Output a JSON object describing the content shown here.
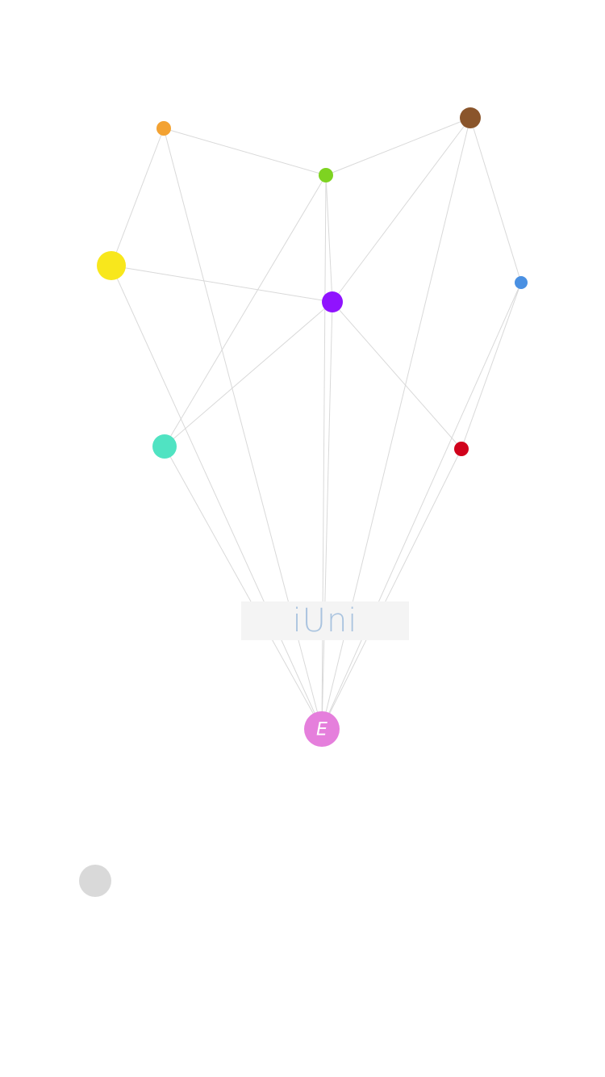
{
  "brand": {
    "title": "iUni"
  },
  "center_node": {
    "label": "E",
    "color": "#e57fdc"
  },
  "graph": {
    "edge_color": "#d9d9d9",
    "nodes": [
      {
        "id": "orange",
        "color": "#f3a232"
      },
      {
        "id": "brown",
        "color": "#8a552b"
      },
      {
        "id": "green",
        "color": "#7ed321"
      },
      {
        "id": "yellow",
        "color": "#f8e71c"
      },
      {
        "id": "purple",
        "color": "#9013fe"
      },
      {
        "id": "blue",
        "color": "#4a90e2"
      },
      {
        "id": "teal",
        "color": "#50e3c2"
      },
      {
        "id": "red",
        "color": "#d0021b"
      },
      {
        "id": "center",
        "color": "#e57fdc"
      }
    ],
    "edges": [
      [
        "orange",
        "green"
      ],
      [
        "orange",
        "yellow"
      ],
      [
        "orange",
        "center"
      ],
      [
        "brown",
        "green"
      ],
      [
        "brown",
        "purple"
      ],
      [
        "brown",
        "blue"
      ],
      [
        "brown",
        "center"
      ],
      [
        "green",
        "purple"
      ],
      [
        "green",
        "teal"
      ],
      [
        "yellow",
        "purple"
      ],
      [
        "yellow",
        "center"
      ],
      [
        "purple",
        "teal"
      ],
      [
        "purple",
        "red"
      ],
      [
        "purple",
        "center"
      ],
      [
        "blue",
        "red"
      ],
      [
        "blue",
        "center"
      ],
      [
        "teal",
        "center"
      ],
      [
        "red",
        "center"
      ],
      [
        "green",
        "center"
      ]
    ]
  },
  "fab": {
    "color": "#d9d9d9"
  }
}
